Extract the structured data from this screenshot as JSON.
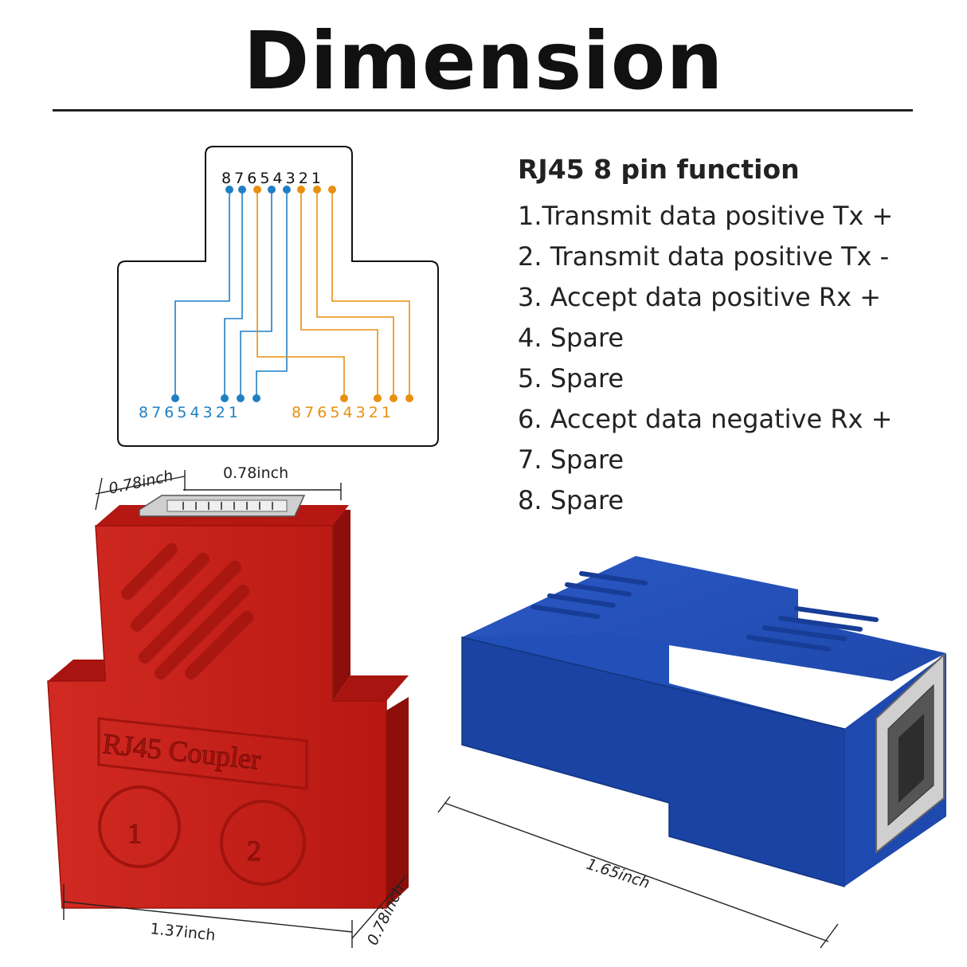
{
  "title": "Dimension",
  "pin_section": {
    "heading": "RJ45 8 pin function",
    "items": [
      "1.Transmit data positive Tx +",
      "2. Transmit data positive Tx -",
      "3. Accept data positive Rx +",
      "4. Spare",
      "5. Spare",
      "6. Accept data negative Rx +",
      "7. Spare",
      "8. Spare"
    ]
  },
  "wiring_diagram": {
    "top_pins": "8 7 6 5 4 3 2 1",
    "left_pins": "8 7 6 5 4 3 2 1",
    "right_pins": "8 7 6 5 4 3 2 1",
    "colors": {
      "blue": "#1f7fc4",
      "orange": "#e8900f"
    }
  },
  "red_coupler": {
    "color": "#c8201a",
    "top_width": "0.78inch",
    "top_depth": "0.78inch",
    "bottom_width": "1.37inch",
    "bottom_depth": "0.78inch",
    "embossed_text": "RJ45 Coupler",
    "port_1": "1",
    "port_2": "2"
  },
  "blue_coupler": {
    "color": "#1d48b0",
    "length": "1.65inch"
  }
}
